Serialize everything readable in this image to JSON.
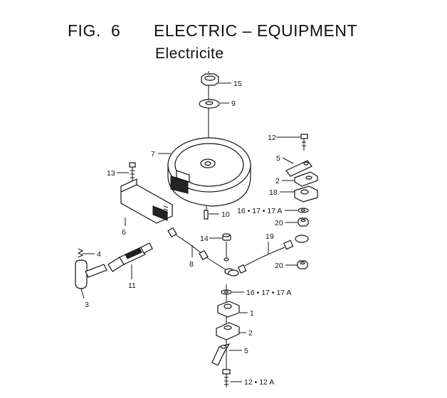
{
  "header": {
    "fig_label": "FIG.",
    "fig_number": "6",
    "title": "ELECTRIC – EQUIPMENT",
    "subtitle": "Electricite"
  },
  "callouts": {
    "c15": "15",
    "c9": "9",
    "c7": "7",
    "c10": "10",
    "c13": "13",
    "c6": "6",
    "c4": "4",
    "c3": "3",
    "c11": "11",
    "c8": "8",
    "c14": "14",
    "c12a": "12",
    "c5a": "5",
    "c2a": "2",
    "c18": "18",
    "c16a": "16 • 17 • 17 A",
    "c20a": "20",
    "c19": "19",
    "c20b": "20",
    "c16b": "16 • 17 • 17 A",
    "c1": "1",
    "c2b": "2",
    "c5b": "5",
    "c12b": "12 • 12 A"
  }
}
